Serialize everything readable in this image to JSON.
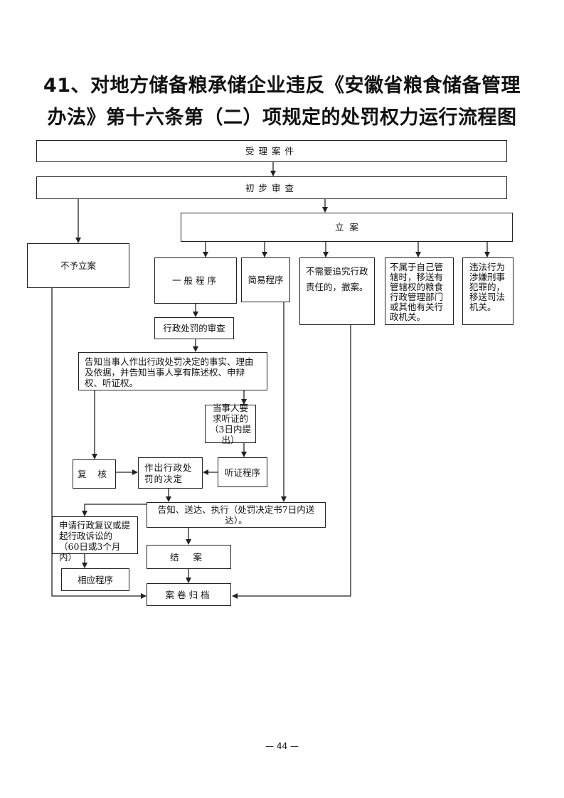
{
  "title": {
    "line1": "41、对地方储备粮承储企业违反《安徽省粮食储备管理",
    "line2": "办法》第十六条第（二）项规定的处罚权力运行流程图"
  },
  "nodes": {
    "accept": "受理案件",
    "review": "初步审查",
    "file_case": "立  案",
    "not_file": "不予立案",
    "general": "一般程序",
    "simple": "简易程序",
    "no_liability": "不需要追究行政责任的，撤案。",
    "not_jurisdiction": "不属于自己管辖时，移送有管辖权的粮食行政管理部门或其他有关行政机关。",
    "criminal": "违法行为涉嫌刑事犯罪的，移送司法机关。",
    "penalty_review": "行政处罚的审查",
    "notify_rights": "告知当事人作出行政处罚决定的事实、理由及依据，并告知当事人享有陈述权、申辩权、听证权。",
    "hearing_request": "当事人要求听证的（3日内提出）",
    "recheck": "复 核",
    "decision": "作出行政处罚的决定",
    "hearing": "听证程序",
    "deliver": "告知、送达、执行（处罚决定书7日内送达）。",
    "appeal": "申请行政复议或提起行政诉讼的（60日或3个月内）",
    "close_case": "结 案",
    "related": "相应程序",
    "archive": "案卷归档"
  },
  "footer": {
    "page": "— 44 —"
  }
}
